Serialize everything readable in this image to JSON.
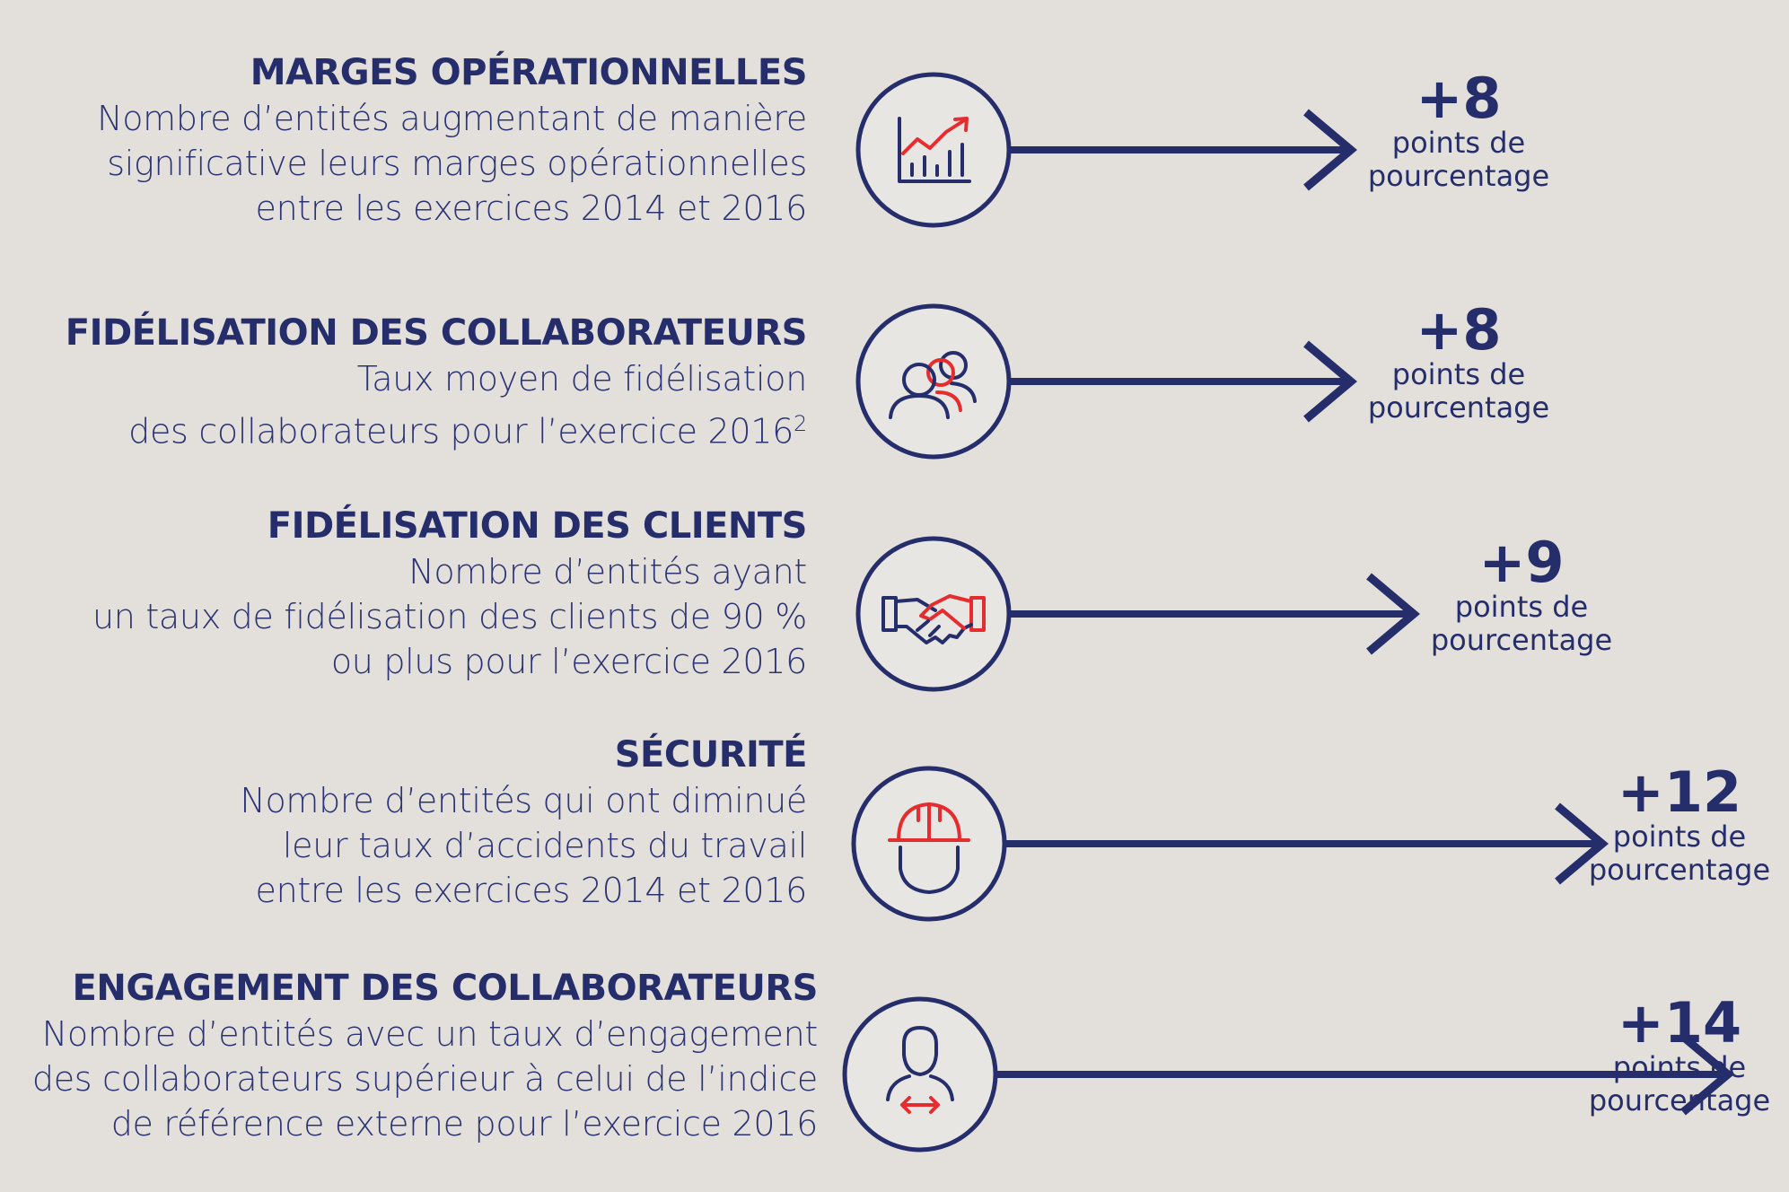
{
  "chart_data": {
    "type": "bar",
    "categories": [
      "MARGES OPÉRATIONNELLES",
      "FIDÉLISATION DES COLLABORATEURS",
      "FIDÉLISATION DES CLIENTS",
      "SÉCURITÉ",
      "ENGAGEMENT DES COLLABORATEURS"
    ],
    "values": [
      8,
      8,
      9,
      12,
      14
    ],
    "title": "",
    "xlabel": "",
    "ylabel": "",
    "unit": "points de pourcentage"
  },
  "rows": [
    {
      "title": "MARGES OPÉRATIONNELLES",
      "description": [
        "Nombre d’entités augmentant de manière",
        "significative leurs marges opérationnelles",
        "entre les exercices 2014 et 2016"
      ],
      "icon": "rising-chart-icon",
      "value_label": "+8",
      "unit_lines": [
        "points de",
        "pourcentage"
      ]
    },
    {
      "title": "FIDÉLISATION DES COLLABORATEURS",
      "description": [
        "Taux moyen de fidélisation",
        "des collaborateurs pour l’exercice 2016"
      ],
      "footnote": "2",
      "icon": "people-icon",
      "value_label": "+8",
      "unit_lines": [
        "points de",
        "pourcentage"
      ]
    },
    {
      "title": "FIDÉLISATION DES CLIENTS",
      "description": [
        "Nombre d’entités ayant",
        "un taux de fidélisation des clients de 90 %",
        "ou plus pour l’exercice 2016"
      ],
      "icon": "handshake-icon",
      "value_label": "+9",
      "unit_lines": [
        "points de",
        "pourcentage"
      ]
    },
    {
      "title": "SÉCURITÉ",
      "description": [
        "Nombre d’entités qui ont diminué",
        "leur taux d’accidents du travail",
        "entre les exercices 2014 et 2016"
      ],
      "icon": "hard-hat-icon",
      "value_label": "+12",
      "unit_lines": [
        "points de",
        "pourcentage"
      ]
    },
    {
      "title": "ENGAGEMENT DES COLLABORATEURS",
      "description": [
        "Nombre d’entités avec un taux d’engagement",
        "des collaborateurs supérieur à celui de l’indice",
        "de référence externe pour l’exercice 2016"
      ],
      "icon": "person-engagement-icon",
      "value_label": "+14",
      "unit_lines": [
        "points de",
        "pourcentage"
      ]
    }
  ],
  "colors": {
    "background": "#e3e0dc",
    "navy": "#252d6b",
    "red": "#e52d2f",
    "circle_fill": "#e8e6e3"
  }
}
